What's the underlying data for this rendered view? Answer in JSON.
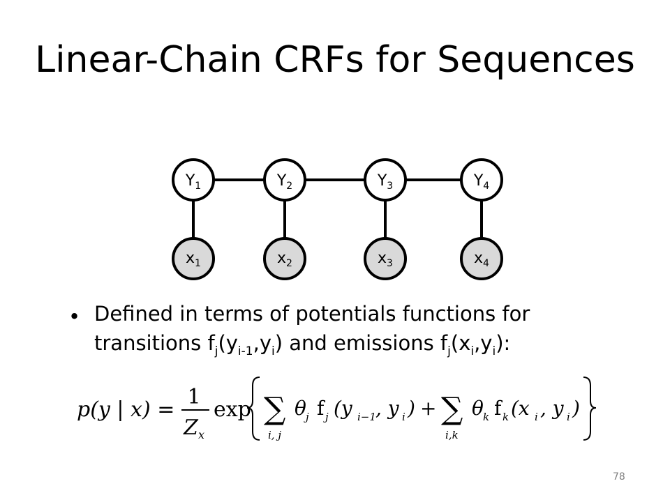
{
  "slide": {
    "title": "Linear-Chain CRFs for Sequences",
    "page_number": "78"
  },
  "graph": {
    "hidden_nodes": [
      {
        "label": "Y",
        "sub": "1"
      },
      {
        "label": "Y",
        "sub": "2"
      },
      {
        "label": "Y",
        "sub": "3"
      },
      {
        "label": "Y",
        "sub": "4"
      }
    ],
    "observed_nodes": [
      {
        "label": "x",
        "sub": "1"
      },
      {
        "label": "x",
        "sub": "2"
      },
      {
        "label": "x",
        "sub": "3"
      },
      {
        "label": "x",
        "sub": "4"
      }
    ],
    "colors": {
      "hidden_fill": "#ffffff",
      "observed_fill": "#d9d9d9",
      "edge": "#000000"
    }
  },
  "bullet": {
    "marker": "•",
    "line1": "Defined in terms of potentials functions for",
    "line2": {
      "t1": "transitions f",
      "s1": "j",
      "t2": "(y",
      "s2": "i-1",
      "t3": ",y",
      "s3": "i",
      "t4": ") and emissions f",
      "s4": "j",
      "t5": "(x",
      "s5": "i",
      "t6": ",y",
      "s6": "i",
      "t7": "):"
    }
  },
  "formula": {
    "lhs": "p(y | x) =",
    "frac_num": "1",
    "frac_den": "Z",
    "frac_den_sub": "x",
    "exp": "exp",
    "sum1_under": "i, j",
    "term1_theta_sub": "j",
    "term1_f_sub": "j",
    "term1_args_a": "(y",
    "term1_args_a_sub": "i−1",
    "term1_args_b": ", y",
    "term1_args_b_sub": "i",
    "term1_close": ")",
    "plus": "+",
    "sum2_under": "i,k",
    "term2_theta_sub": "k",
    "term2_f_sub": "k",
    "term2_args_a": "(x",
    "term2_args_a_sub": "i",
    "term2_args_b": ", y",
    "term2_args_b_sub": "i",
    "term2_close": ")",
    "sum_symbol": "∑",
    "theta": "θ",
    "f": "f"
  }
}
